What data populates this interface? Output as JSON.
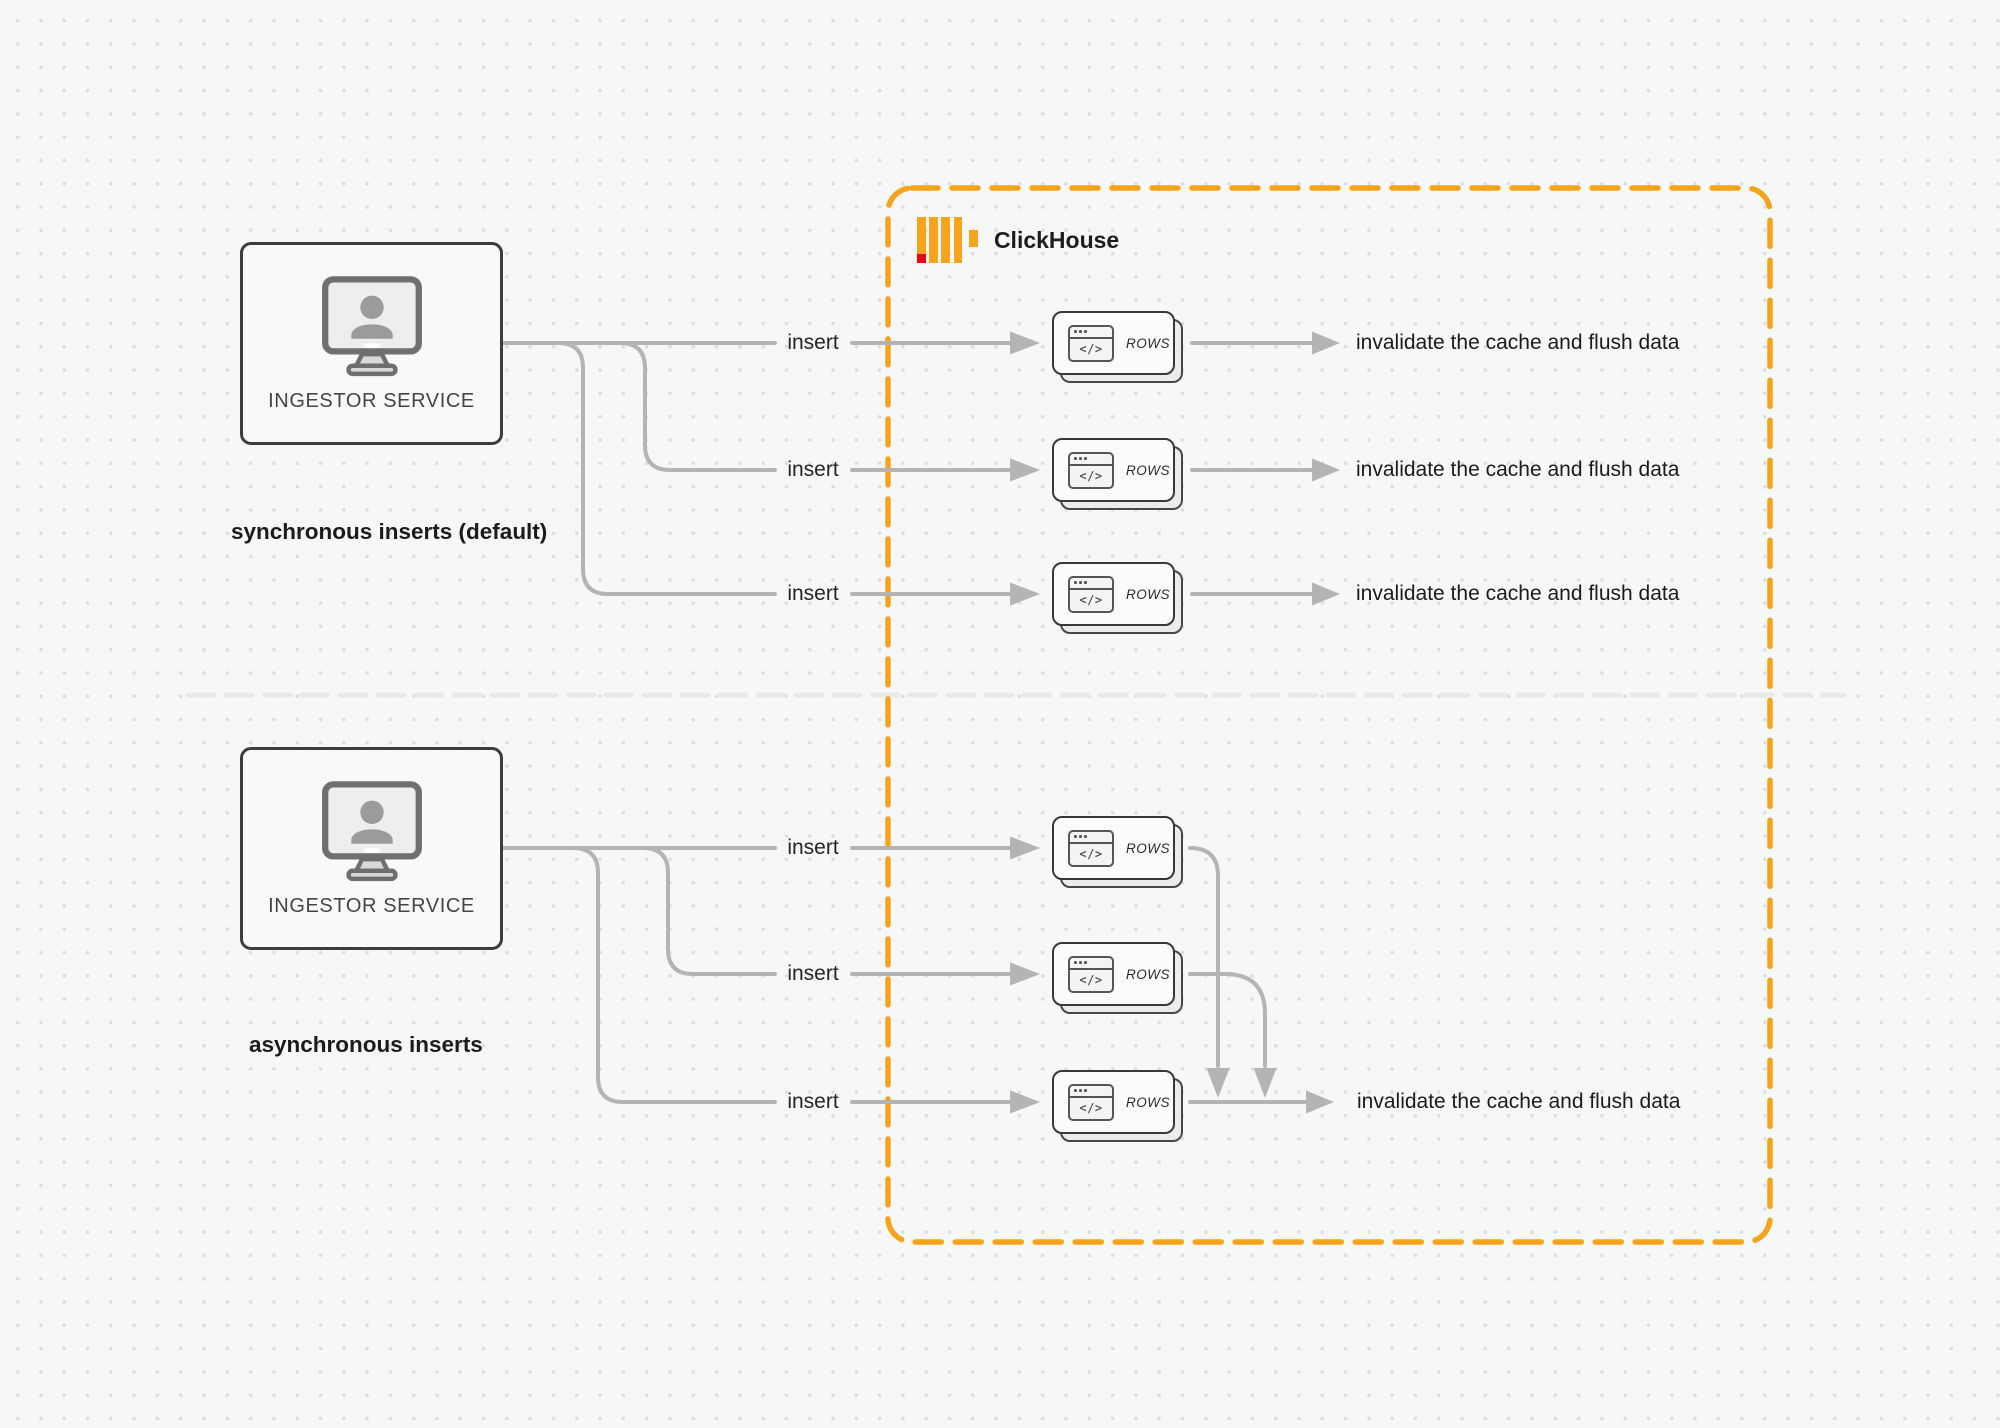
{
  "diagram": {
    "title": "ClickHouse",
    "card": {
      "label": "ROWS",
      "icon": "</>"
    },
    "sync": {
      "service_label": "INGESTOR SERVICE",
      "caption": "synchronous inserts (default)",
      "rows": [
        {
          "insert": "insert",
          "result": "invalidate the cache and flush data"
        },
        {
          "insert": "insert",
          "result": "invalidate the cache and flush data"
        },
        {
          "insert": "insert",
          "result": "invalidate the cache and flush data"
        }
      ]
    },
    "async": {
      "service_label": "INGESTOR SERVICE",
      "caption": "asynchronous inserts",
      "rows": [
        {
          "insert": "insert"
        },
        {
          "insert": "insert"
        },
        {
          "insert": "insert"
        }
      ],
      "result": "invalidate the cache and flush data"
    },
    "colors": {
      "accent_orange": "#f7a41d",
      "logo_red": "#ec0016",
      "connector_gray": "#b4b4b4",
      "divider_gray": "#e8e9e9",
      "node_border": "#3d3d3d",
      "text_dark": "#1b1b1b"
    }
  }
}
